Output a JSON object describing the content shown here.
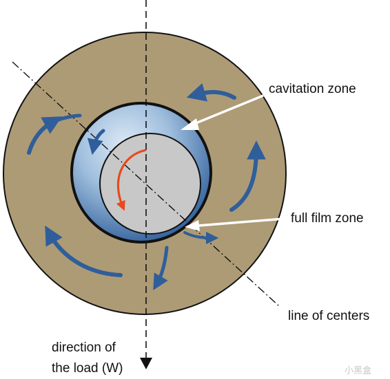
{
  "labels": {
    "cavitation_zone": "cavitation zone",
    "full_film_zone": "full film zone",
    "line_of_centers": "line of centers",
    "load_line1": "direction of",
    "load_line2": "the load (W)"
  },
  "watermark": "小黑盒",
  "colors": {
    "bearing": "#ad9b76",
    "film_outer": "#2f5e9a",
    "film_inner": "#c9dcef",
    "shaft": "#c8c8c8",
    "flow_arrows": "#2f5e9a",
    "rotation_arrow": "#e64a1d",
    "outline": "#111111",
    "pointer": "#ffffff"
  },
  "icons": [
    "lubricant-flow-arrow-icon",
    "shaft-rotation-arrow-icon",
    "load-direction-arrowhead-icon"
  ]
}
